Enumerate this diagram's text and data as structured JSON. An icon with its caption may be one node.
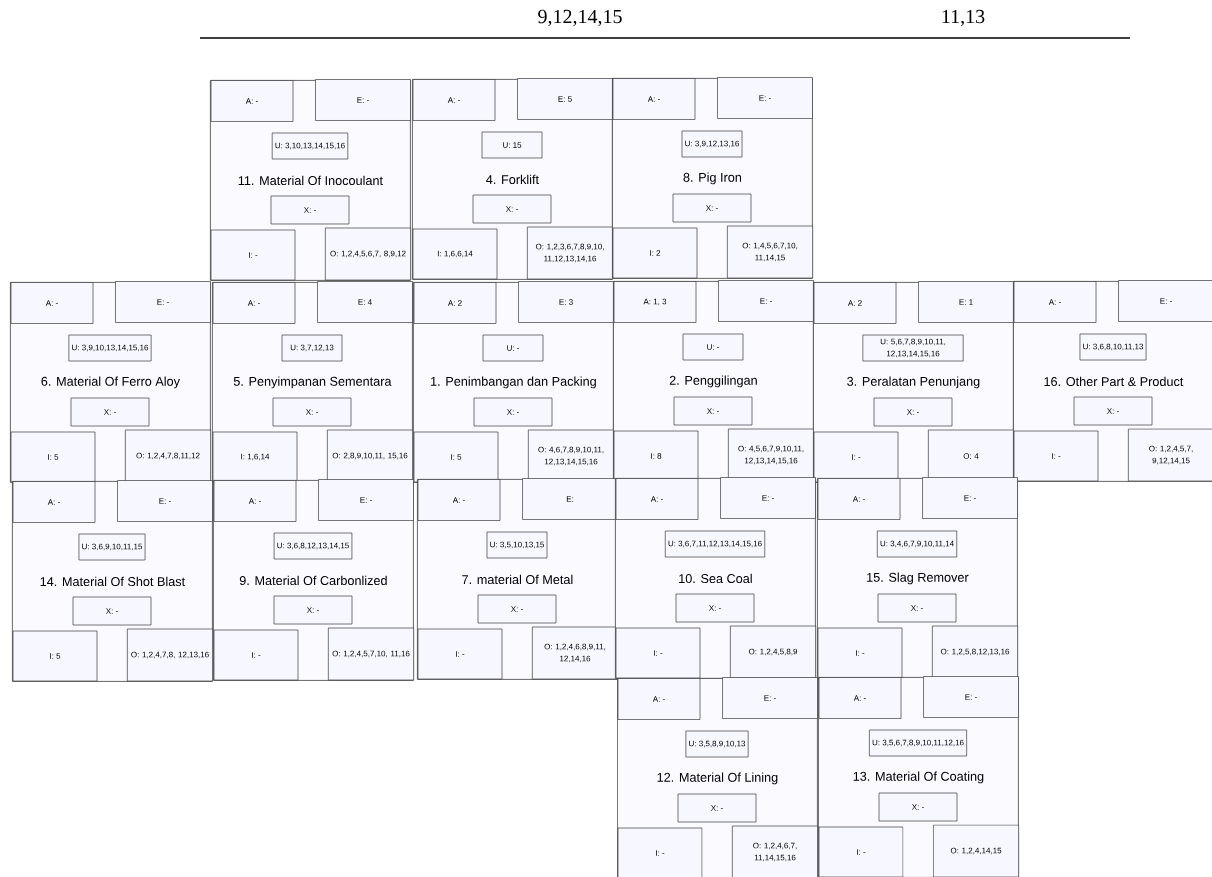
{
  "diagram": {
    "nodes": [
      {
        "text": [
          "11. Material Of Inocoulant"
        ]
      },
      {
        "text": [
          "A: -"
        ],
        "in": 0
      },
      {
        "text": [
          "E: -"
        ],
        "in": 0
      },
      {
        "text": [
          "U: 3,10,13,14,15,16"
        ],
        "in": 0
      },
      {
        "text": [
          "X: -"
        ],
        "in": 0
      },
      {
        "text": [
          "I: -"
        ],
        "in": 0
      },
      {
        "text": [
          "O: 1,2,4,5,6,7, 8,9,12"
        ],
        "in": 0
      },
      {
        "text": [
          "4. Forklift"
        ]
      },
      {
        "text": [
          "A: -"
        ],
        "in": 7
      },
      {
        "text": [
          "E: 5"
        ],
        "in": 7
      },
      {
        "text": [
          "U: 15"
        ],
        "in": 7
      },
      {
        "text": [
          "X: -"
        ],
        "in": 7
      },
      {
        "text": [
          "I: 1,6,6,14"
        ],
        "in": 7
      },
      {
        "text": [
          "O: 1,2,3,6,7,8,9,10, 11,12,13,14,16"
        ],
        "in": 7
      },
      {
        "text": [
          "8. Pig Iron"
        ]
      },
      {
        "text": [
          "A: -"
        ],
        "in": 14
      },
      {
        "text": [
          "E: -"
        ],
        "in": 14
      },
      {
        "text": [
          "U: 3,9,12,13,16"
        ],
        "in": 14
      },
      {
        "text": [
          "X: -"
        ],
        "in": 14
      },
      {
        "text": [
          "I: 2"
        ],
        "in": 14
      },
      {
        "text": [
          "O: 1,4,5,6,7,10, 11,14,15"
        ],
        "in": 14
      },
      {
        "text": [
          "6. Material Of Ferro Aloy"
        ]
      },
      {
        "text": [
          "A: -"
        ],
        "in": 21
      },
      {
        "text": [
          "E: -"
        ],
        "in": 21
      },
      {
        "text": [
          "U: 3,9,10,13,14,15,16"
        ],
        "in": 21
      },
      {
        "text": [
          "X: -"
        ],
        "in": 21
      },
      {
        "text": [
          "I: 5"
        ],
        "in": 21
      },
      {
        "text": [
          "O: 1,2,4,7,8,11,12"
        ],
        "in": 21
      },
      {
        "text": [
          "5. Penyimpanan Sementara"
        ]
      },
      {
        "text": [
          "A: -"
        ],
        "in": 28
      },
      {
        "text": [
          "E: 4"
        ],
        "in": 28
      },
      {
        "text": [
          "U: 3,7,12,13"
        ],
        "in": 28
      },
      {
        "text": [
          "X: -"
        ],
        "in": 28
      },
      {
        "text": [
          "I: 1,6,14"
        ],
        "in": 28
      },
      {
        "text": [
          "O: 2,8,9,10,11, 15,16"
        ],
        "in": 28
      },
      {
        "text": [
          "1. Penimbangan dan Packing"
        ]
      },
      {
        "text": [
          "A: 2"
        ],
        "in": 35
      },
      {
        "text": [
          "E: 3"
        ],
        "in": 35
      },
      {
        "text": [
          "U: -"
        ],
        "in": 35
      },
      {
        "text": [
          "X: -"
        ],
        "in": 35
      },
      {
        "text": [
          "I: 5"
        ],
        "in": 35
      },
      {
        "text": [
          "O: 4,6,7,8,9,10,11, 12,13,14,15,16"
        ],
        "in": 35
      },
      {
        "text": [
          "2. Penggilingan"
        ]
      },
      {
        "text": [
          "A: 1, 3"
        ],
        "in": 42
      },
      {
        "text": [
          "E: -"
        ],
        "in": 42
      },
      {
        "text": [
          "U: -"
        ],
        "in": 42
      },
      {
        "text": [
          "X: -"
        ],
        "in": 42
      },
      {
        "text": [
          "I: 8"
        ],
        "in": 42
      },
      {
        "text": [
          "O: 4,5,6,7,9,10,11, 12,13,14,15,16"
        ],
        "in": 42
      },
      {
        "text": [
          "3. Peralatan Penunjang"
        ]
      },
      {
        "text": [
          "A: 2"
        ],
        "in": 49
      },
      {
        "text": [
          "E: 1"
        ],
        "in": 49
      },
      {
        "text": [
          "U: 5,6,7,8,9,10,11, 12,13,14,15,16"
        ],
        "in": 49
      },
      {
        "text": [
          "X: -"
        ],
        "in": 49
      },
      {
        "text": [
          "I: -"
        ],
        "in": 49
      },
      {
        "text": [
          "O: 4"
        ],
        "in": 49
      },
      {
        "text": [
          "16. Other Part & Product"
        ]
      },
      {
        "text": [
          "A: -"
        ],
        "in": 56
      },
      {
        "text": [
          "E: -"
        ],
        "in": 56
      },
      {
        "text": [
          "U: 3,6,8,10,11,13"
        ],
        "in": 56
      },
      {
        "text": [
          "X: -"
        ],
        "in": 56
      },
      {
        "text": [
          "I: -"
        ],
        "in": 56
      },
      {
        "text": [
          "O: 1,2,4,5,7, 9,12,14,15"
        ],
        "in": 56
      },
      {
        "text": [
          "14. Material Of Shot Blast"
        ]
      },
      {
        "text": [
          "A: -"
        ],
        "in": 63
      },
      {
        "text": [
          "E: -"
        ],
        "in": 63
      },
      {
        "text": [
          "U: 3,6,9,10,11,15"
        ],
        "in": 63
      },
      {
        "text": [
          "X: -"
        ],
        "in": 63
      },
      {
        "text": [
          "I: 5"
        ],
        "in": 63
      },
      {
        "text": [
          "O: 1,2,4,7,8, 12,13,16"
        ],
        "in": 63
      },
      {
        "text": [
          "9. Material Of Carbonlized"
        ]
      },
      {
        "text": [
          "A: -"
        ],
        "in": 70
      },
      {
        "text": [
          "E: -"
        ],
        "in": 70
      },
      {
        "text": [
          "U: 3,6,8,12,13,14,15"
        ],
        "in": 70
      },
      {
        "text": [
          "X: -"
        ],
        "in": 70
      },
      {
        "text": [
          "I: -"
        ],
        "in": 70
      },
      {
        "text": [
          "O: 1,2,4,5,7,10, 11,16"
        ],
        "in": 70
      },
      {
        "text": [
          "7. material Of Metal"
        ]
      },
      {
        "text": [
          "A: -"
        ],
        "in": 77
      },
      {
        "text": [
          "E:"
        ],
        "in": 77
      },
      {
        "text": [
          "U: 3,5,10,13,15"
        ],
        "in": 77
      },
      {
        "text": [
          "X: -"
        ],
        "in": 77
      },
      {
        "text": [
          "I: -"
        ],
        "in": 77
      },
      {
        "text": [
          "O: 1,2,4,6,8,9,11, 12,14,16"
        ],
        "in": 77
      },
      {
        "text": [
          "10. Sea Coal"
        ]
      },
      {
        "text": [
          "A: -"
        ],
        "in": 84
      },
      {
        "text": [
          "E: -"
        ],
        "in": 84
      },
      {
        "text": [
          "U: 3,6,7,11,12,13,14,15,16"
        ],
        "in": 84
      },
      {
        "text": [
          "X: -"
        ],
        "in": 84
      },
      {
        "text": [
          "I: -"
        ],
        "in": 84
      },
      {
        "text": [
          "O: 1,2,4,5,8,9"
        ],
        "in": 84
      },
      {
        "text": [
          "15. Slag Remover"
        ]
      },
      {
        "text": [
          "A: -"
        ],
        "in": 91
      },
      {
        "text": [
          "E: -"
        ],
        "in": 91
      },
      {
        "text": [
          "U: 3,4,6,7,9,10,11,14"
        ],
        "in": 91
      },
      {
        "text": [
          "X: -"
        ],
        "in": 91
      },
      {
        "text": [
          "I: -"
        ],
        "in": 91
      },
      {
        "text": [
          "O: 1,2,5,8,12,13,16"
        ],
        "in": 91
      },
      {
        "text": [
          "12. Material Of Lining"
        ]
      },
      {
        "text": [
          "A: -"
        ],
        "in": 98
      },
      {
        "text": [
          "E: -"
        ],
        "in": 98
      },
      {
        "text": [
          "U: 3,5,8,9,10,13"
        ],
        "in": 98
      },
      {
        "text": [
          "X: -"
        ],
        "in": 98
      },
      {
        "text": [
          "I: -"
        ],
        "in": 98
      },
      {
        "text": [
          "O: 1,2,4,6,7, 11,14,15,16"
        ],
        "in": 98
      },
      {
        "text": [
          "13. Material Of Coating"
        ]
      },
      {
        "text": [
          "A: -"
        ],
        "in": 105
      },
      {
        "text": [
          "E: -"
        ],
        "in": 105
      },
      {
        "text": [
          "U: 3,5,6,7,8,9,10,11,12,16"
        ],
        "in": 105
      },
      {
        "text": [
          "X: -"
        ],
        "in": 105
      },
      {
        "text": [
          "I: -"
        ],
        "in": 105
      },
      {
        "text": [
          "O: 1,2,4,14,15"
        ],
        "in": 105
      }
    ],
    "labels": [
      "9,12,14,15",
      "11,13"
    ]
  }
}
